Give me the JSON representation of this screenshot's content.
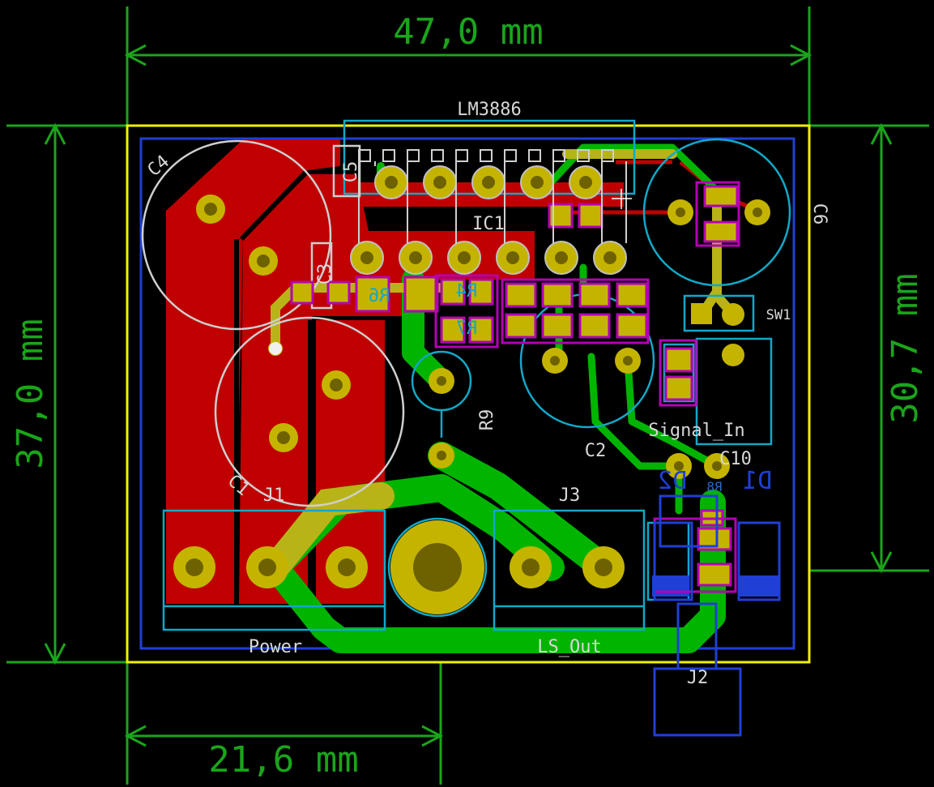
{
  "dimensions": {
    "width_label": "47,0 mm",
    "height_label": "37,0 mm",
    "inner_height_label": "30,7 mm",
    "offset_label": "21,6 mm"
  },
  "components": {
    "ic_value": "LM3886",
    "ic_ref": "IC1",
    "c1": "C1",
    "c2": "C2",
    "c3": "C3",
    "c4": "C4",
    "c5": "C5",
    "c6": "C6",
    "c10": "C10",
    "r9": "R9",
    "j1": "J1",
    "j2": "J2",
    "j3": "J3",
    "sw1": "SW1",
    "power": "Power",
    "ls_out": "LS_Out",
    "signal_in": "Signal_In",
    "d1": "D1",
    "d2": "D2",
    "r8": "R8",
    "r6": "R6",
    "r4": "R4",
    "r7": "R7"
  },
  "colors": {
    "background": "#000000",
    "dimension": "#1aa51a",
    "board_outline": "#f0f000",
    "front_copper": "#c00000",
    "back_copper": "#00b400",
    "pad": "#c4b400",
    "courtyard": "#1f3fd6",
    "fab": "#12a8c8",
    "silkscreen": "#d8d8d8",
    "smd_outline": "#b400b4"
  }
}
